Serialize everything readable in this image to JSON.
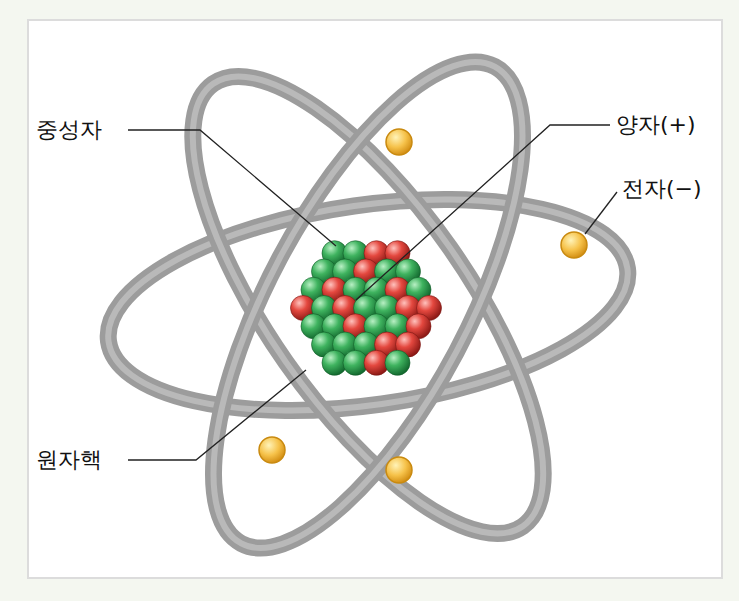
{
  "diagram": {
    "labels": [
      "중성자",
      "양자(+)",
      "전자(−)",
      "원자핵"
    ]
  }
}
